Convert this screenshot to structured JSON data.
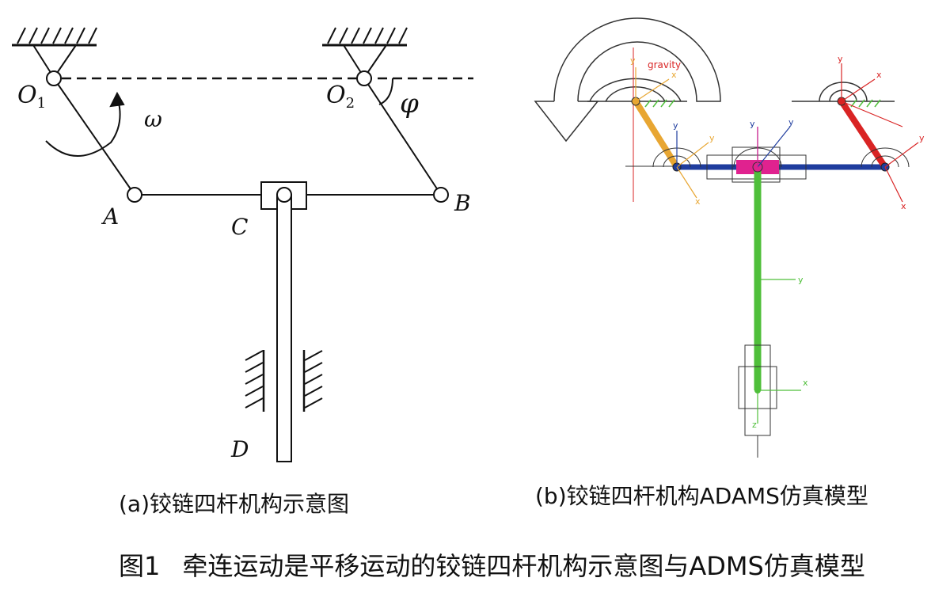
{
  "figure_a": {
    "labels": {
      "O1": "O",
      "O1_sub": "1",
      "O2": "O",
      "O2_sub": "2",
      "omega": "ω",
      "phi": "φ",
      "A": "A",
      "B": "B",
      "C": "C",
      "D": "D"
    },
    "caption": "(a)铰链四杆机构示意图"
  },
  "figure_b": {
    "gravity_label": "gravity",
    "axis_labels": {
      "x": "x",
      "y": "y",
      "z": "z"
    },
    "link_colors": {
      "left_crank": "#e8a632",
      "right_crank": "#d92424",
      "coupler": "#1f3d9e",
      "slider_block": "#e0228f",
      "rod": "#4fbf3a"
    },
    "caption": "(b)铰链四杆机构ADAMS仿真模型"
  },
  "figure_caption": {
    "number": "图1",
    "text": "牵连运动是平移运动的铰链四杆机构示意图与ADMS仿真模型"
  }
}
